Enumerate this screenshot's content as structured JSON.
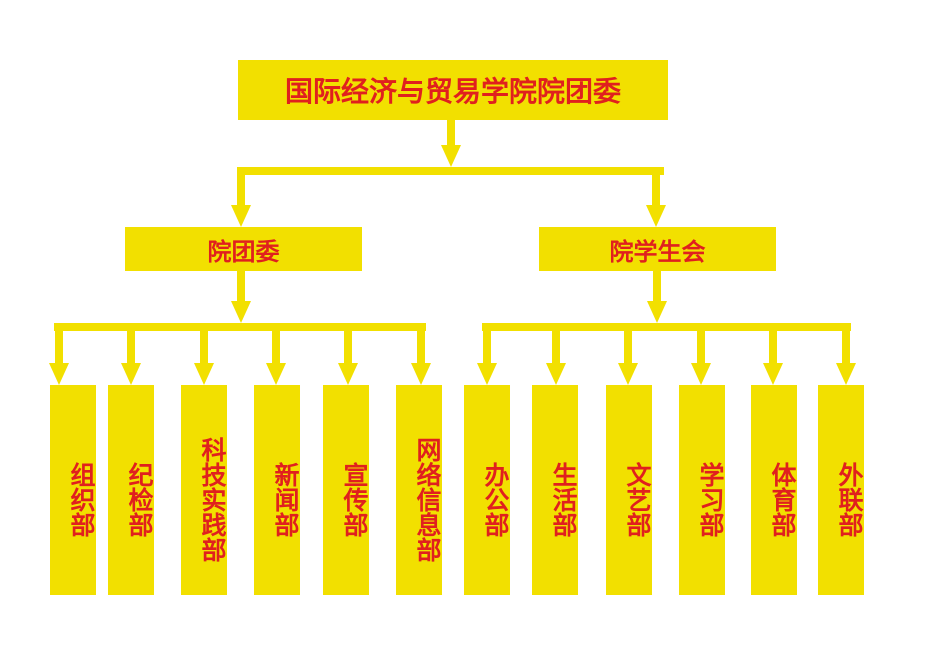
{
  "colors": {
    "box": "#f2e000",
    "text": "#e0201e",
    "line": "#f2e000"
  },
  "root": {
    "label": "国际经济与贸易学院院团委"
  },
  "branches": [
    {
      "label": "院团委",
      "departments": [
        "组织部",
        "纪检部",
        "科技实践部",
        "新闻部",
        "宣传部",
        "网络信息部"
      ]
    },
    {
      "label": "院学生会",
      "departments": [
        "办公部",
        "生活部",
        "文艺部",
        "学习部",
        "体育部",
        "外联部"
      ]
    }
  ]
}
